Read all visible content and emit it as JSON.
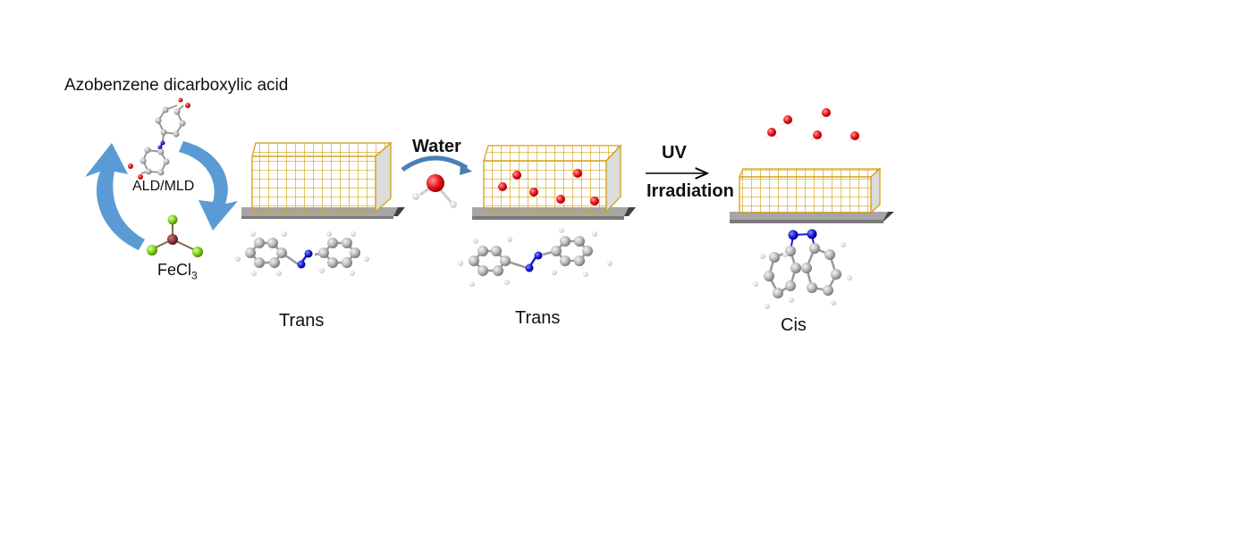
{
  "labels": {
    "precursor_title": "Azobenzene dicarboxylic acid",
    "process": "ALD/MLD",
    "metal_precursor": "FeCl",
    "metal_precursor_subscript": "3",
    "water_step": "Water",
    "uv_step_line1": "UV",
    "uv_step_line2": "Irradiation",
    "state_1": "Trans",
    "state_2": "Trans",
    "state_3": "Cis"
  },
  "colors": {
    "cycle_arrow": "#5b9bd5",
    "lattice": "#d4a017",
    "substrate": "#a6a6a6",
    "substrate_edge": "#404040",
    "oxygen": "#e8141c",
    "nitrogen": "#1a1ad6",
    "carbon": "#b8b8b8",
    "hydrogen": "#f2f2f2",
    "chlorine": "#7fd11b",
    "iron": "#8b3a3a"
  }
}
